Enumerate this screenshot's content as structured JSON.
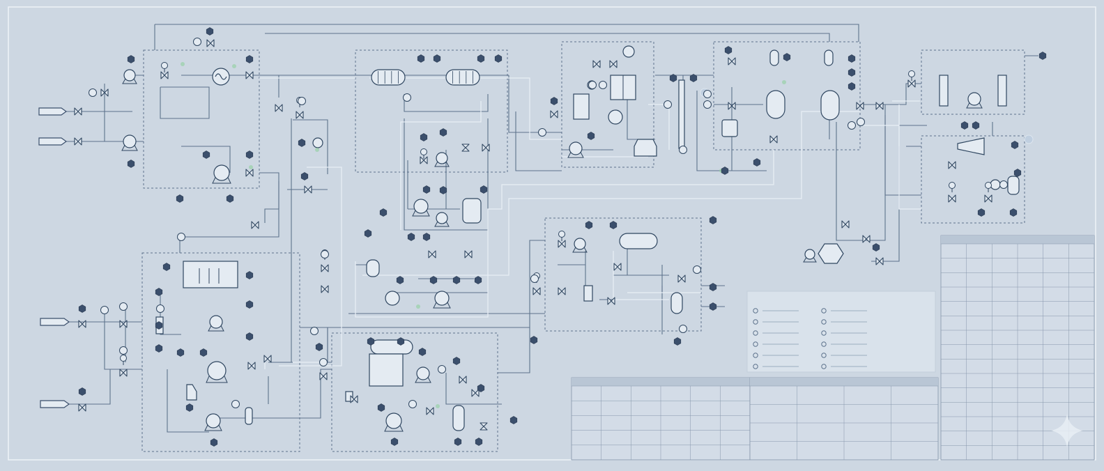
{
  "colors": {
    "background": "#cdd7e2",
    "border": "#eef3f8",
    "line": "#5d728c",
    "line_light": "#e8eef5",
    "symbol": "#2f4660",
    "tag_fill": "#3b4f6c",
    "tag_text": "#c9d3e0",
    "panel": "#d9e2eb",
    "highlight": "#8fd19e"
  },
  "diagram": {
    "type": "process-and-instrumentation",
    "inlets": 4,
    "units": 9
  },
  "legend": {
    "title": "",
    "entries": 12
  },
  "tables": {
    "equipment_list": {
      "header": "",
      "columns": 6,
      "rows": 15
    },
    "instrument_list": {
      "header": "",
      "columns": 6,
      "rows": 5
    },
    "notes_table": {
      "header": "",
      "columns": 4,
      "rows": 4
    }
  }
}
